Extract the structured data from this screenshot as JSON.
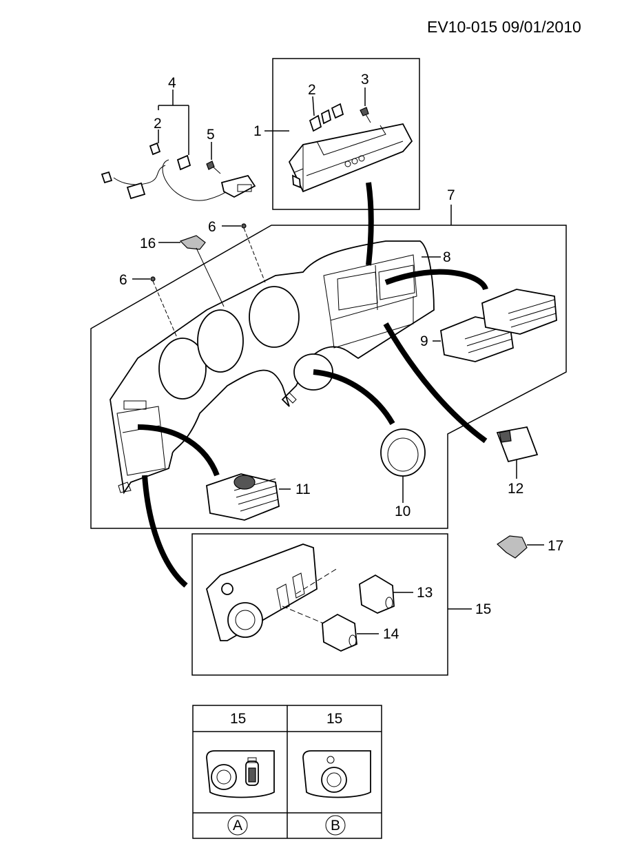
{
  "header": {
    "code": "EV10-015 09/01/2010"
  },
  "callouts": {
    "c1": "1",
    "c2a": "2",
    "c2b": "2",
    "c3": "3",
    "c4": "4",
    "c5": "5",
    "c6a": "6",
    "c6b": "6",
    "c7": "7",
    "c8": "8",
    "c9": "9",
    "c10": "10",
    "c11": "11",
    "c12": "12",
    "c13": "13",
    "c14": "14",
    "c15": "15",
    "c16": "16",
    "c17": "17"
  },
  "variants": {
    "a": {
      "part": "15",
      "label": "A"
    },
    "b": {
      "part": "15",
      "label": "B"
    }
  },
  "colors": {
    "line": "#000000",
    "background": "#ffffff",
    "shade": "#bfbfbf"
  }
}
